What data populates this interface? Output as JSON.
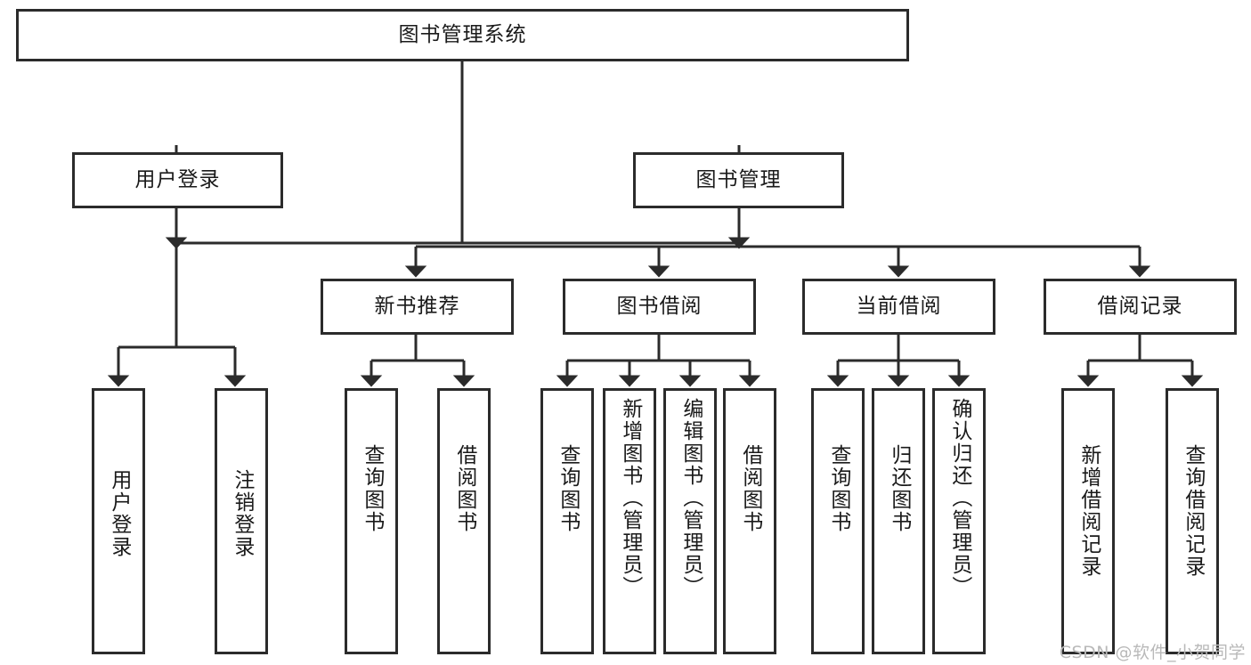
{
  "diagram": {
    "title": "图书管理系统",
    "type": "tree",
    "watermark": "CSDN @软件_小贺同学",
    "colors": {
      "box_border": "#2b2b2b",
      "box_fill": "#ffffff",
      "edge": "#2b2b2b",
      "text": "#1a1a1a",
      "watermark": "#b9b9b9",
      "background": "#ffffff"
    },
    "root": {
      "id": "root",
      "label": "图书管理系统",
      "orientation": "horizontal"
    },
    "level1": [
      {
        "id": "user-login",
        "label": "用户登录",
        "orientation": "horizontal"
      },
      {
        "id": "book-manage",
        "label": "图书管理",
        "orientation": "horizontal"
      }
    ],
    "level2": [
      {
        "id": "new-book-recommend",
        "label": "新书推荐",
        "orientation": "horizontal",
        "parent": "book-manage"
      },
      {
        "id": "book-borrow",
        "label": "图书借阅",
        "orientation": "horizontal",
        "parent": "book-manage"
      },
      {
        "id": "current-borrow",
        "label": "当前借阅",
        "orientation": "horizontal",
        "parent": "book-manage"
      },
      {
        "id": "borrow-record",
        "label": "借阅记录",
        "orientation": "horizontal",
        "parent": "book-manage"
      }
    ],
    "leaves": [
      {
        "id": "leaf-user-login",
        "label": "用户登录",
        "orientation": "vertical",
        "parent": "user-login"
      },
      {
        "id": "leaf-user-logout",
        "label": "注销登录",
        "orientation": "vertical",
        "parent": "user-login"
      },
      {
        "id": "leaf-query-book-1",
        "label": "查询图书",
        "orientation": "vertical",
        "parent": "new-book-recommend"
      },
      {
        "id": "leaf-borrow-book-1",
        "label": "借阅图书",
        "orientation": "vertical",
        "parent": "new-book-recommend"
      },
      {
        "id": "leaf-query-book-2",
        "label": "查询图书",
        "orientation": "vertical",
        "parent": "book-borrow"
      },
      {
        "id": "leaf-add-book",
        "label": "新增图书（管理员）",
        "orientation": "vertical",
        "parent": "book-borrow"
      },
      {
        "id": "leaf-edit-book",
        "label": "编辑图书（管理员）",
        "orientation": "vertical",
        "parent": "book-borrow"
      },
      {
        "id": "leaf-borrow-book-2",
        "label": "借阅图书",
        "orientation": "vertical",
        "parent": "book-borrow"
      },
      {
        "id": "leaf-query-book-3",
        "label": "查询图书",
        "orientation": "vertical",
        "parent": "current-borrow"
      },
      {
        "id": "leaf-return-book",
        "label": "归还图书",
        "orientation": "vertical",
        "parent": "current-borrow"
      },
      {
        "id": "leaf-confirm-return",
        "label": "确认归还（管理员）",
        "orientation": "vertical",
        "parent": "current-borrow"
      },
      {
        "id": "leaf-add-record",
        "label": "新增借阅记录",
        "orientation": "vertical",
        "parent": "borrow-record"
      },
      {
        "id": "leaf-query-record",
        "label": "查询借阅记录",
        "orientation": "vertical",
        "parent": "borrow-record"
      }
    ]
  }
}
